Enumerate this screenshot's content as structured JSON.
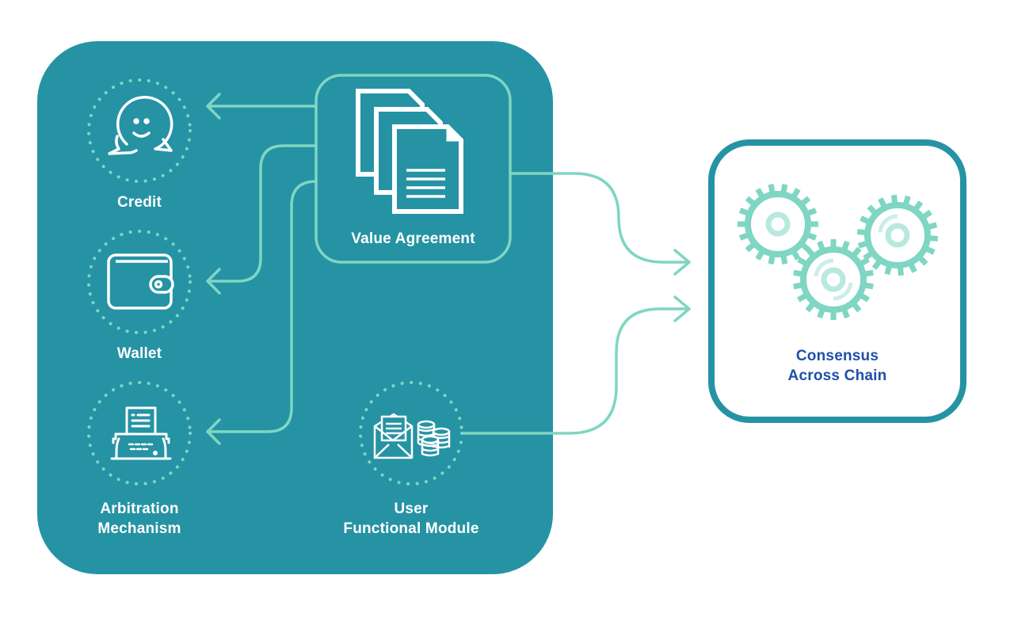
{
  "nodes": {
    "credit": {
      "label": "Credit",
      "icon": "chat-smile-icon"
    },
    "wallet": {
      "label": "Wallet",
      "icon": "wallet-icon"
    },
    "arbitration": {
      "label_line1": "Arbitration",
      "label_line2": "Mechanism",
      "icon": "typewriter-icon"
    },
    "value_agreement": {
      "label": "Value Agreement",
      "icon": "documents-icon"
    },
    "user_module": {
      "label_line1": "User",
      "label_line2": "Functional Module",
      "icon": "envelope-coins-icon"
    },
    "consensus": {
      "label_line1": "Consensus",
      "label_line2": "Across Chain",
      "icon": "gears-icon"
    }
  },
  "connections": [
    {
      "from": "value_agreement",
      "to": "credit"
    },
    {
      "from": "value_agreement",
      "to": "wallet"
    },
    {
      "from": "value_agreement",
      "to": "arbitration"
    },
    {
      "from": "value_agreement",
      "to": "consensus"
    },
    {
      "from": "user_module",
      "to": "consensus"
    }
  ],
  "colors": {
    "panel": "#2593a4",
    "accent_line": "#7fd6c2",
    "label_blue": "#1f4fa8",
    "white": "#ffffff"
  }
}
